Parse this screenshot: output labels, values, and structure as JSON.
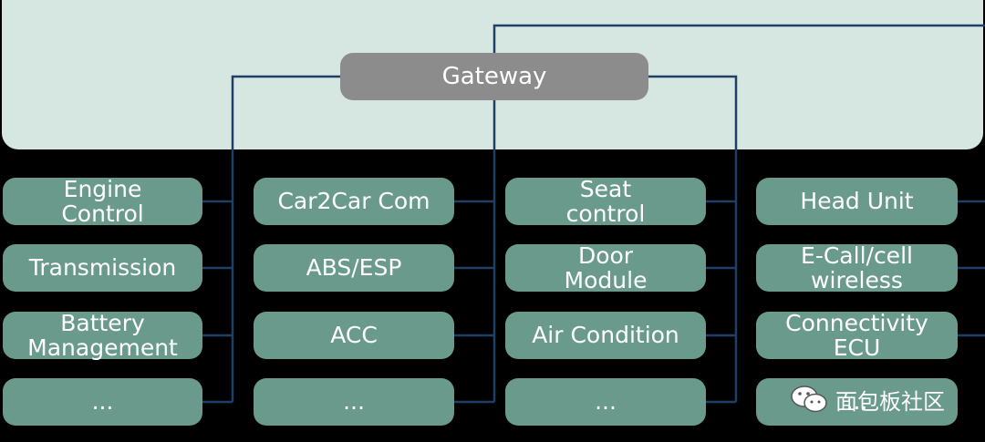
{
  "gateway": {
    "label": "Gateway"
  },
  "columns": [
    {
      "id": "col1",
      "nodes": [
        "Engine\nControl",
        "Transmission",
        "Battery\nManagement",
        "..."
      ]
    },
    {
      "id": "col2",
      "nodes": [
        "Car2Car Com",
        "ABS/ESP",
        "ACC",
        "..."
      ]
    },
    {
      "id": "col3",
      "nodes": [
        "Seat\ncontrol",
        "Door\nModule",
        "Air Condition",
        "..."
      ]
    },
    {
      "id": "col4",
      "nodes": [
        "Head Unit",
        "E-Call/cell\nwireless",
        "Connectivity\nECU",
        "..."
      ]
    }
  ],
  "colors": {
    "node_fill": "#6a9a8b",
    "gateway_fill": "#8c8c8c",
    "bus_line": "#1f3f66",
    "panel": "#d6e6e1",
    "background": "#000000"
  },
  "watermark": {
    "icon": "wechat-icon",
    "text": "面包板社区"
  }
}
